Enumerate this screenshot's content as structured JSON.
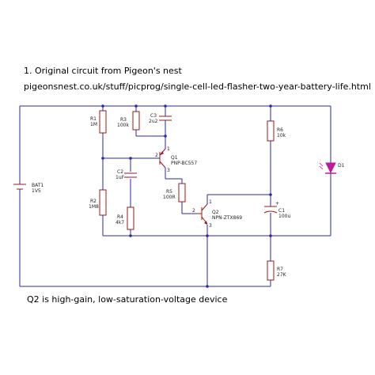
{
  "title": "1. Original circuit from Pigeon's nest",
  "source_url": "pigeonsnest.co.uk/stuff/picprog/single-cell-led-flasher-two-year-battery-life.html",
  "note": "Q2 is high-gain, low-saturation-voltage device",
  "components": {
    "bat1": {
      "ref": "BAT1",
      "value": "1V5"
    },
    "r1": {
      "ref": "R1",
      "value": "1M"
    },
    "r2": {
      "ref": "R2",
      "value": "1M8"
    },
    "r3": {
      "ref": "R3",
      "value": "100k"
    },
    "r4": {
      "ref": "R4",
      "value": "4k7"
    },
    "r5": {
      "ref": "R5",
      "value": "100R"
    },
    "r6": {
      "ref": "R6",
      "value": "10k"
    },
    "r7": {
      "ref": "R7",
      "value": "27K"
    },
    "c1": {
      "ref": "C1",
      "value": "100u"
    },
    "c2": {
      "ref": "C2",
      "value": "1uF"
    },
    "c3": {
      "ref": "C3",
      "value": "2u2"
    },
    "q1": {
      "ref": "Q1",
      "value": "PNP-BC557"
    },
    "q2": {
      "ref": "Q2",
      "value": "NPN-ZTX869"
    },
    "d1": {
      "ref": "D1"
    }
  },
  "pins": {
    "p1": "1",
    "p2": "2",
    "p3": "3"
  },
  "colors": {
    "wire": "#2a2aa8",
    "component": "#9a1818",
    "led": "#c0189a"
  }
}
